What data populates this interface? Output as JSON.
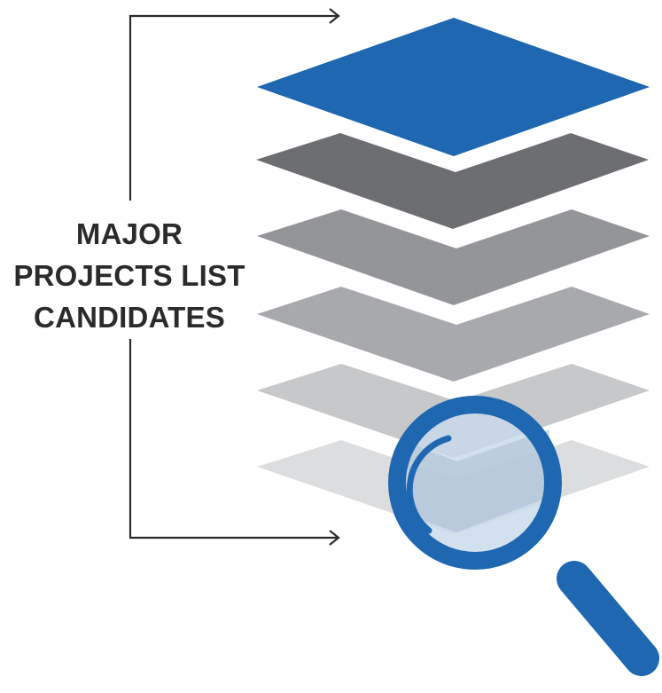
{
  "label": {
    "lines": [
      "MAJOR",
      "PROJECTS LIST",
      "CANDIDATES"
    ]
  },
  "layers": [
    {
      "name": "top",
      "color": "#1f67b1"
    },
    {
      "name": "second",
      "color": "#6d6e71"
    },
    {
      "name": "third",
      "color": "#939598"
    },
    {
      "name": "fourth",
      "color": "#a7a9ac"
    },
    {
      "name": "fifth",
      "color": "#c7c8ca"
    },
    {
      "name": "sixth",
      "color": "#dcdddf"
    }
  ],
  "colors": {
    "accent": "#1f67b1",
    "text": "#2b2b2b",
    "bracket": "#2b2b2b",
    "lens_fill": "#c9d9ea"
  },
  "icons": {
    "bracket_arrows": "right-arrow",
    "magnifier": "magnifying-glass-icon"
  }
}
